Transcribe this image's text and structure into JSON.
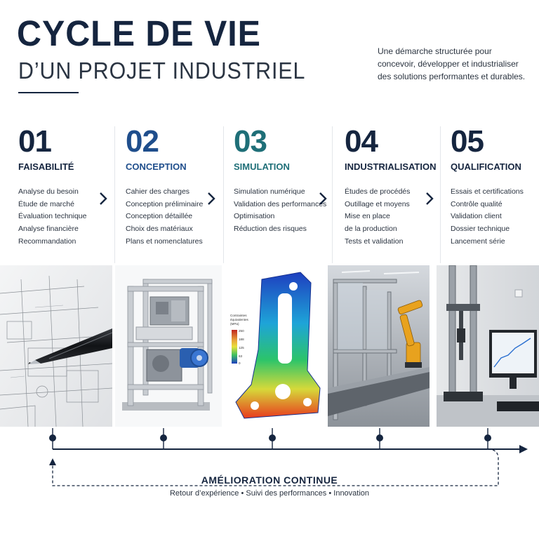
{
  "header": {
    "title_line1": "CYCLE DE VIE",
    "title_line2": "D’UN PROJET INDUSTRIEL",
    "subtitle_lines": [
      "Une démarche structurée pour",
      "concevoir, développer et industrialiser",
      "des solutions performantes et durables."
    ]
  },
  "steps": [
    {
      "number": "01",
      "title": "FAISABILITÉ",
      "color": "#15253f",
      "items": [
        "Analyse du besoin",
        "Étude de marché",
        "Évaluation technique",
        "Analyse financière",
        "Recommandation"
      ]
    },
    {
      "number": "02",
      "title": "CONCEPTION",
      "color": "#1f4e8c",
      "items": [
        "Cahier des charges",
        "Conception préliminaire",
        "Conception détaillée",
        "Choix des matériaux",
        "Plans et nomenclatures"
      ]
    },
    {
      "number": "03",
      "title": "SIMULATION",
      "color": "#1f6f78",
      "items": [
        "Simulation numérique",
        "Validation des performances",
        "Optimisation",
        "Réduction des risques"
      ]
    },
    {
      "number": "04",
      "title": "INDUSTRIALISATION",
      "color": "#15253f",
      "items": [
        "Études de procédés",
        "Outillage et moyens",
        "Mise en place",
        "de la production",
        "Tests et validation"
      ]
    },
    {
      "number": "05",
      "title": "QUALIFICATION",
      "color": "#15253f",
      "items": [
        "Essais et certifications",
        "Contrôle qualité",
        "Validation client",
        "Dossier technique",
        "Lancement série"
      ]
    }
  ],
  "fea_legend": {
    "title_lines": [
      "Contraintes",
      "équivalentes",
      "(MPa)"
    ],
    "ticks": [
      "250",
      "188",
      "125",
      "63",
      "0"
    ]
  },
  "footer": {
    "title": "AMÉLIORATION CONTINUE",
    "subtitle": "Retour d’expérience • Suivi des performances • Innovation"
  }
}
